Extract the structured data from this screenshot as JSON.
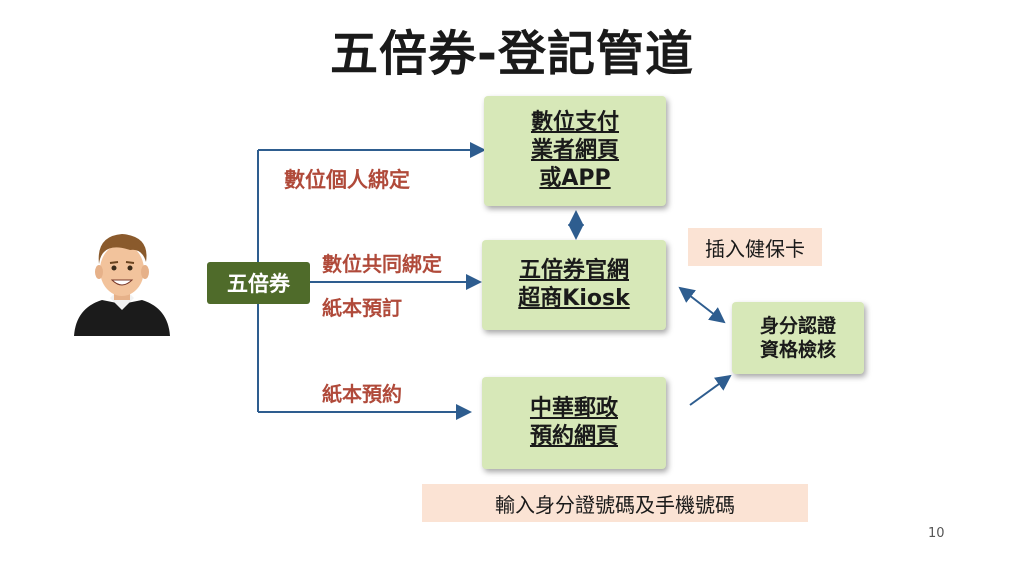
{
  "title": "五倍券-登記管道",
  "hub": "五倍券",
  "person_icon": "person-avatar-icon",
  "boxes": {
    "digital_pay": [
      "數位支付",
      "業者網頁",
      "或APP"
    ],
    "official": [
      "五倍券官網",
      "超商Kiosk"
    ],
    "identity": [
      "身分認證",
      "資格檢核"
    ],
    "post": [
      "中華郵政",
      "預約網頁"
    ]
  },
  "labels": {
    "digital_personal": "數位個人綁定",
    "digital_shared": "數位共同綁定",
    "paper_order": "紙本預訂",
    "paper_reserve": "紙本預約"
  },
  "notes": {
    "health_card": "插入健保卡",
    "id_phone": "輸入身分證號碼及手機號碼"
  },
  "page_number": "10",
  "colors": {
    "box_fill": "#d7e8b8",
    "hub_fill": "#4f6b2a",
    "label_text": "#b04a3a",
    "note_fill": "#fbe3d4",
    "arrow": "#2e5d8f"
  }
}
